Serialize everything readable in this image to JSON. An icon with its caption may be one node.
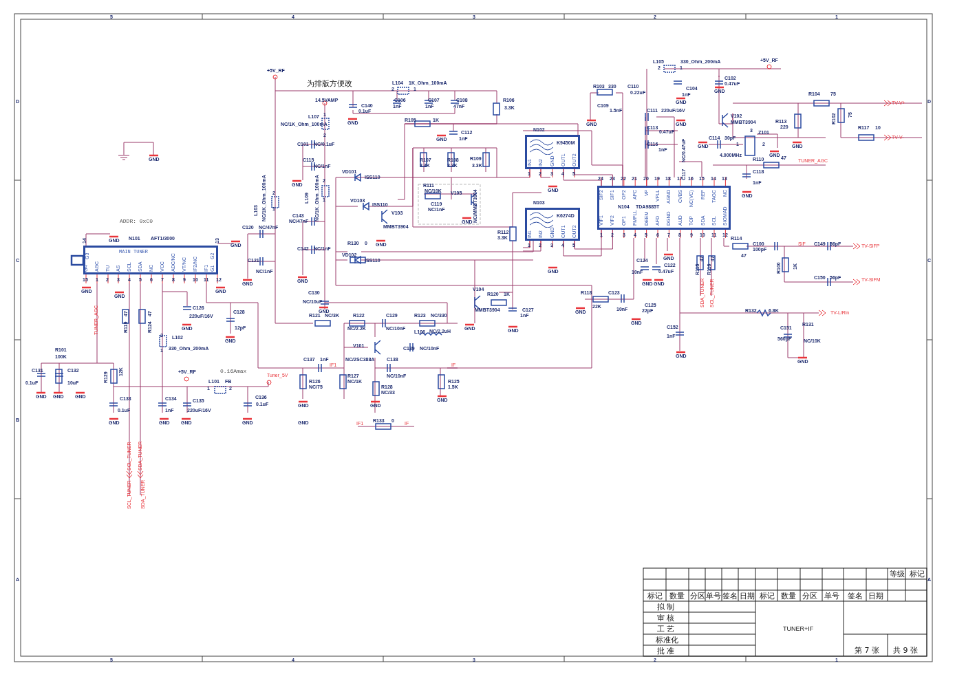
{
  "diagram": {
    "nodes": [
      {
        "text": [
          "MAIN TUNER",
          "G3",
          "G4",
          "AGC",
          "TU",
          "AS",
          "SCL",
          "SDA",
          "NC",
          "VCC",
          "ADC/NC",
          "VT/NC",
          "IF2/NC",
          "IF1",
          "G2",
          "G1"
        ],
        "beside": [
          "N101",
          "AFT1/3000"
        ]
      },
      {
        "text": [
          "K9450M",
          "IN1",
          "IN2",
          "GND",
          "OUT1",
          "OUT2"
        ],
        "beside": [
          "N102"
        ]
      },
      {
        "text": [
          "K6274D",
          "IN1",
          "IN2",
          "GND",
          "OUT1",
          "OUT2"
        ],
        "beside": [
          "N103"
        ]
      },
      {
        "text": [
          "N104",
          "TDA9885T",
          "SIF2",
          "SIF1",
          "OP2",
          "AFC",
          "VP",
          "VPLL",
          "AGND",
          "CVBS",
          "NC(VC)",
          "REF",
          "TAGC",
          "NC",
          "VIF1",
          "VIF2",
          "OP1",
          "FMPLL",
          "DEEM",
          "AFD",
          "DGND",
          "AUD",
          "TOP",
          "SDA",
          "SCL",
          "SIOMAD"
        ]
      }
    ],
    "edges": [
      {
        "from": 1,
        "to": 3,
        "arrow": "none"
      },
      {
        "from": 1,
        "to": 3,
        "arrow": "none"
      },
      {
        "from": 2,
        "to": 3,
        "arrow": "none"
      },
      {
        "from": 2,
        "to": 3,
        "arrow": "none"
      }
    ],
    "labels": [
      "5",
      "4",
      "3",
      "2",
      "1",
      "D",
      "D",
      "GND",
      "+5V_RF",
      "为排版方便改",
      "L104",
      "1K_Ohm_100mA",
      "2",
      "1",
      "L105",
      "330_Ohm_200mA",
      "+5V_RF",
      "2",
      "1",
      "C102",
      "0.47uF",
      "GND",
      "R103",
      "330",
      "C110",
      "0.22uF",
      "C104",
      "1nF",
      "GND",
      "R104",
      "75",
      "14.5VAMP",
      "C106",
      "1nF",
      "C107",
      "1nF",
      "C108",
      "47nF",
      "R106",
      "3.3K",
      "C140",
      "0.1uF",
      "C109",
      "1.5nF",
      "TV-V+",
      "C111",
      "220uF/16V",
      "R102",
      "75",
      "NC/1K_Ohm_100mA",
      "L107",
      "GND",
      "R105",
      "1K",
      "GND",
      "C113",
      "0.47uF",
      "GND",
      "V102",
      "MMBT3904",
      "R113",
      "220",
      "R117",
      "10",
      "TV-V-",
      "C112",
      "Z101",
      "GND",
      "1nF",
      "C114",
      "30pF",
      "3",
      "C101",
      "NC/0.1uF",
      "C116",
      "1nF",
      "GND",
      "GND",
      "1",
      "2",
      "NC/0.47uF",
      "4.000MHz",
      "GND",
      "R107",
      "3.3K",
      "R108",
      "3.3K",
      "R109",
      "3.3K",
      "C115",
      "NC/1nF",
      "R110",
      "47",
      "TUNER_AGC",
      "VD101",
      "ISS110",
      "C117",
      "C118",
      "1nF",
      "GND",
      "R111",
      "NC/10K",
      "V105",
      "GND",
      "VD103",
      "ISS110",
      "C119",
      "NC/1nF",
      "V103",
      "C143",
      "NC/47nF",
      "L103",
      "NC/1K_Ohm_100mA",
      "2",
      "1",
      "L109",
      "NC/1K_Ohm_100mA",
      "2",
      "1",
      "1",
      "2",
      "ADDR: 0xC0",
      "C120",
      "NC/47nF",
      "MMBT3904",
      "GND",
      "NC/MMBT3904",
      "R112",
      "3.3K",
      "14",
      "13",
      "GND",
      "GND",
      "GND",
      "R130",
      "0",
      "C142",
      "NC/1nF",
      "R114",
      "C100",
      "SIF",
      "C149",
      "56pF",
      "TV-SIFP",
      "100pF",
      "C121",
      "VD102",
      "ISS110",
      "C124",
      "NC/1nF",
      "10nF",
      "0.47uF",
      "GND",
      "C122",
      "47",
      "R100",
      "1K",
      "C150",
      "56pF",
      "TV-SIFM",
      "GND",
      "GND",
      "GND",
      "GND",
      "R115",
      "47",
      "R116",
      "47",
      "15",
      "1",
      "2",
      "3",
      "4",
      "5",
      "6",
      "7",
      "8",
      "9",
      "10",
      "11",
      "12",
      "GND",
      "GND",
      "GND",
      "C130",
      "V104",
      "R120",
      "1K",
      "R118",
      "C123",
      "NC/10uF",
      "TUNER_AGC",
      "C126",
      "C128",
      "GND",
      "MMBT3904",
      "C127",
      "GND",
      "22K",
      "10nF",
      "22pF",
      "C125",
      "SDA_TUNER",
      "SCL_TUNER",
      "R132",
      "6.8K",
      "TV-L/Rin",
      "220uF/16V",
      "R121",
      "NC/3K",
      "R122",
      "C129",
      "R123",
      "NC/330",
      "1nF",
      "R119",
      "47",
      "R124",
      "47",
      "GND",
      "12pF",
      "NC/2.2K",
      "NC/10nF",
      "L106",
      "NC/2.2uH",
      "GND",
      "GND",
      "GND",
      "C152",
      "C151",
      "R131",
      "2",
      "L102",
      "GND",
      "1nF",
      "560pF",
      "NC/10K",
      "GND",
      "R101",
      "1",
      "330_Ohm_200mA",
      "V101",
      "C139",
      "NC/10nF",
      "100K",
      "C137",
      "1nF",
      "IF1",
      "NC/2SC388A",
      "C138",
      "IF",
      "GND",
      "GND",
      "C131",
      "C132",
      "R129",
      "12K",
      "+5V_RF",
      "0.16Amax",
      "Tuner_5V",
      "R127",
      "NC/10nF",
      "0.1uF",
      "10uF",
      "L101",
      "FB",
      "R126",
      "NC/1K",
      "R125",
      "1",
      "2",
      "NC/75",
      "R128",
      "1.5K",
      "NC/33",
      "GND",
      "GND",
      "C133",
      "C134",
      "C135",
      "C136",
      "GND",
      "0.1uF",
      "1nF",
      "220uF/16V",
      "0.1uF",
      "GND",
      "GND",
      "GND",
      "GND",
      "GND",
      "GND",
      "GND",
      "IF1",
      "R133",
      "0",
      "IF",
      "C",
      "C",
      "B",
      "SCL_TUNER",
      "SDA_TUNER",
      "SCL_TUNER",
      "SDA_TUNER",
      "A",
      "A",
      "1",
      "2",
      "3",
      "4",
      "5",
      "GND",
      "1",
      "2",
      "3",
      "4",
      "5",
      "GND",
      "24",
      "23",
      "22",
      "21",
      "20",
      "19",
      "18",
      "17",
      "16",
      "15",
      "14",
      "13",
      "1",
      "2",
      "3",
      "4",
      "5",
      "6",
      "7",
      "8",
      "9",
      "10",
      "11",
      "12",
      "等级",
      "标记",
      "标记",
      "数量",
      "分区",
      "单号",
      "签名",
      "日期",
      "标记",
      "数量",
      "分区",
      "单号",
      "签名",
      "日期",
      "拟 制",
      "审 核",
      "工 艺",
      "标准化",
      "批 准",
      "TUNER+IF",
      "第 7 张",
      "共 9 张",
      "5",
      "4",
      "3",
      "2",
      "1"
    ]
  }
}
